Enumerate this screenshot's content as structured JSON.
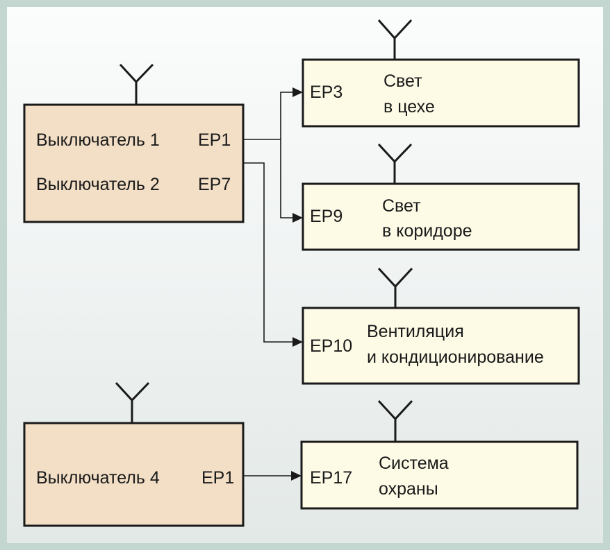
{
  "switches": [
    {
      "rows": [
        {
          "label": "Выключатель 1",
          "ep": "EP1"
        },
        {
          "label": "Выключатель 2",
          "ep": "EP7"
        }
      ]
    },
    {
      "rows": [
        {
          "label": "Выключатель 4",
          "ep": "EP1"
        }
      ]
    }
  ],
  "devices": [
    {
      "ep": "EP3",
      "line1": "Свет",
      "line2": "в цехе"
    },
    {
      "ep": "EP9",
      "line1": "Свет",
      "line2": "в коридоре"
    },
    {
      "ep": "EP10",
      "line1": "Вентиляция",
      "line2": "и кондиционирование"
    },
    {
      "ep": "EP17",
      "line1": "Система",
      "line2": "охраны"
    }
  ],
  "colors": {
    "frame_border": "#c3d6cf",
    "switch_fill": "#f2dfc6",
    "device_fill": "#fdfbe6",
    "line": "#1a1a1a"
  }
}
